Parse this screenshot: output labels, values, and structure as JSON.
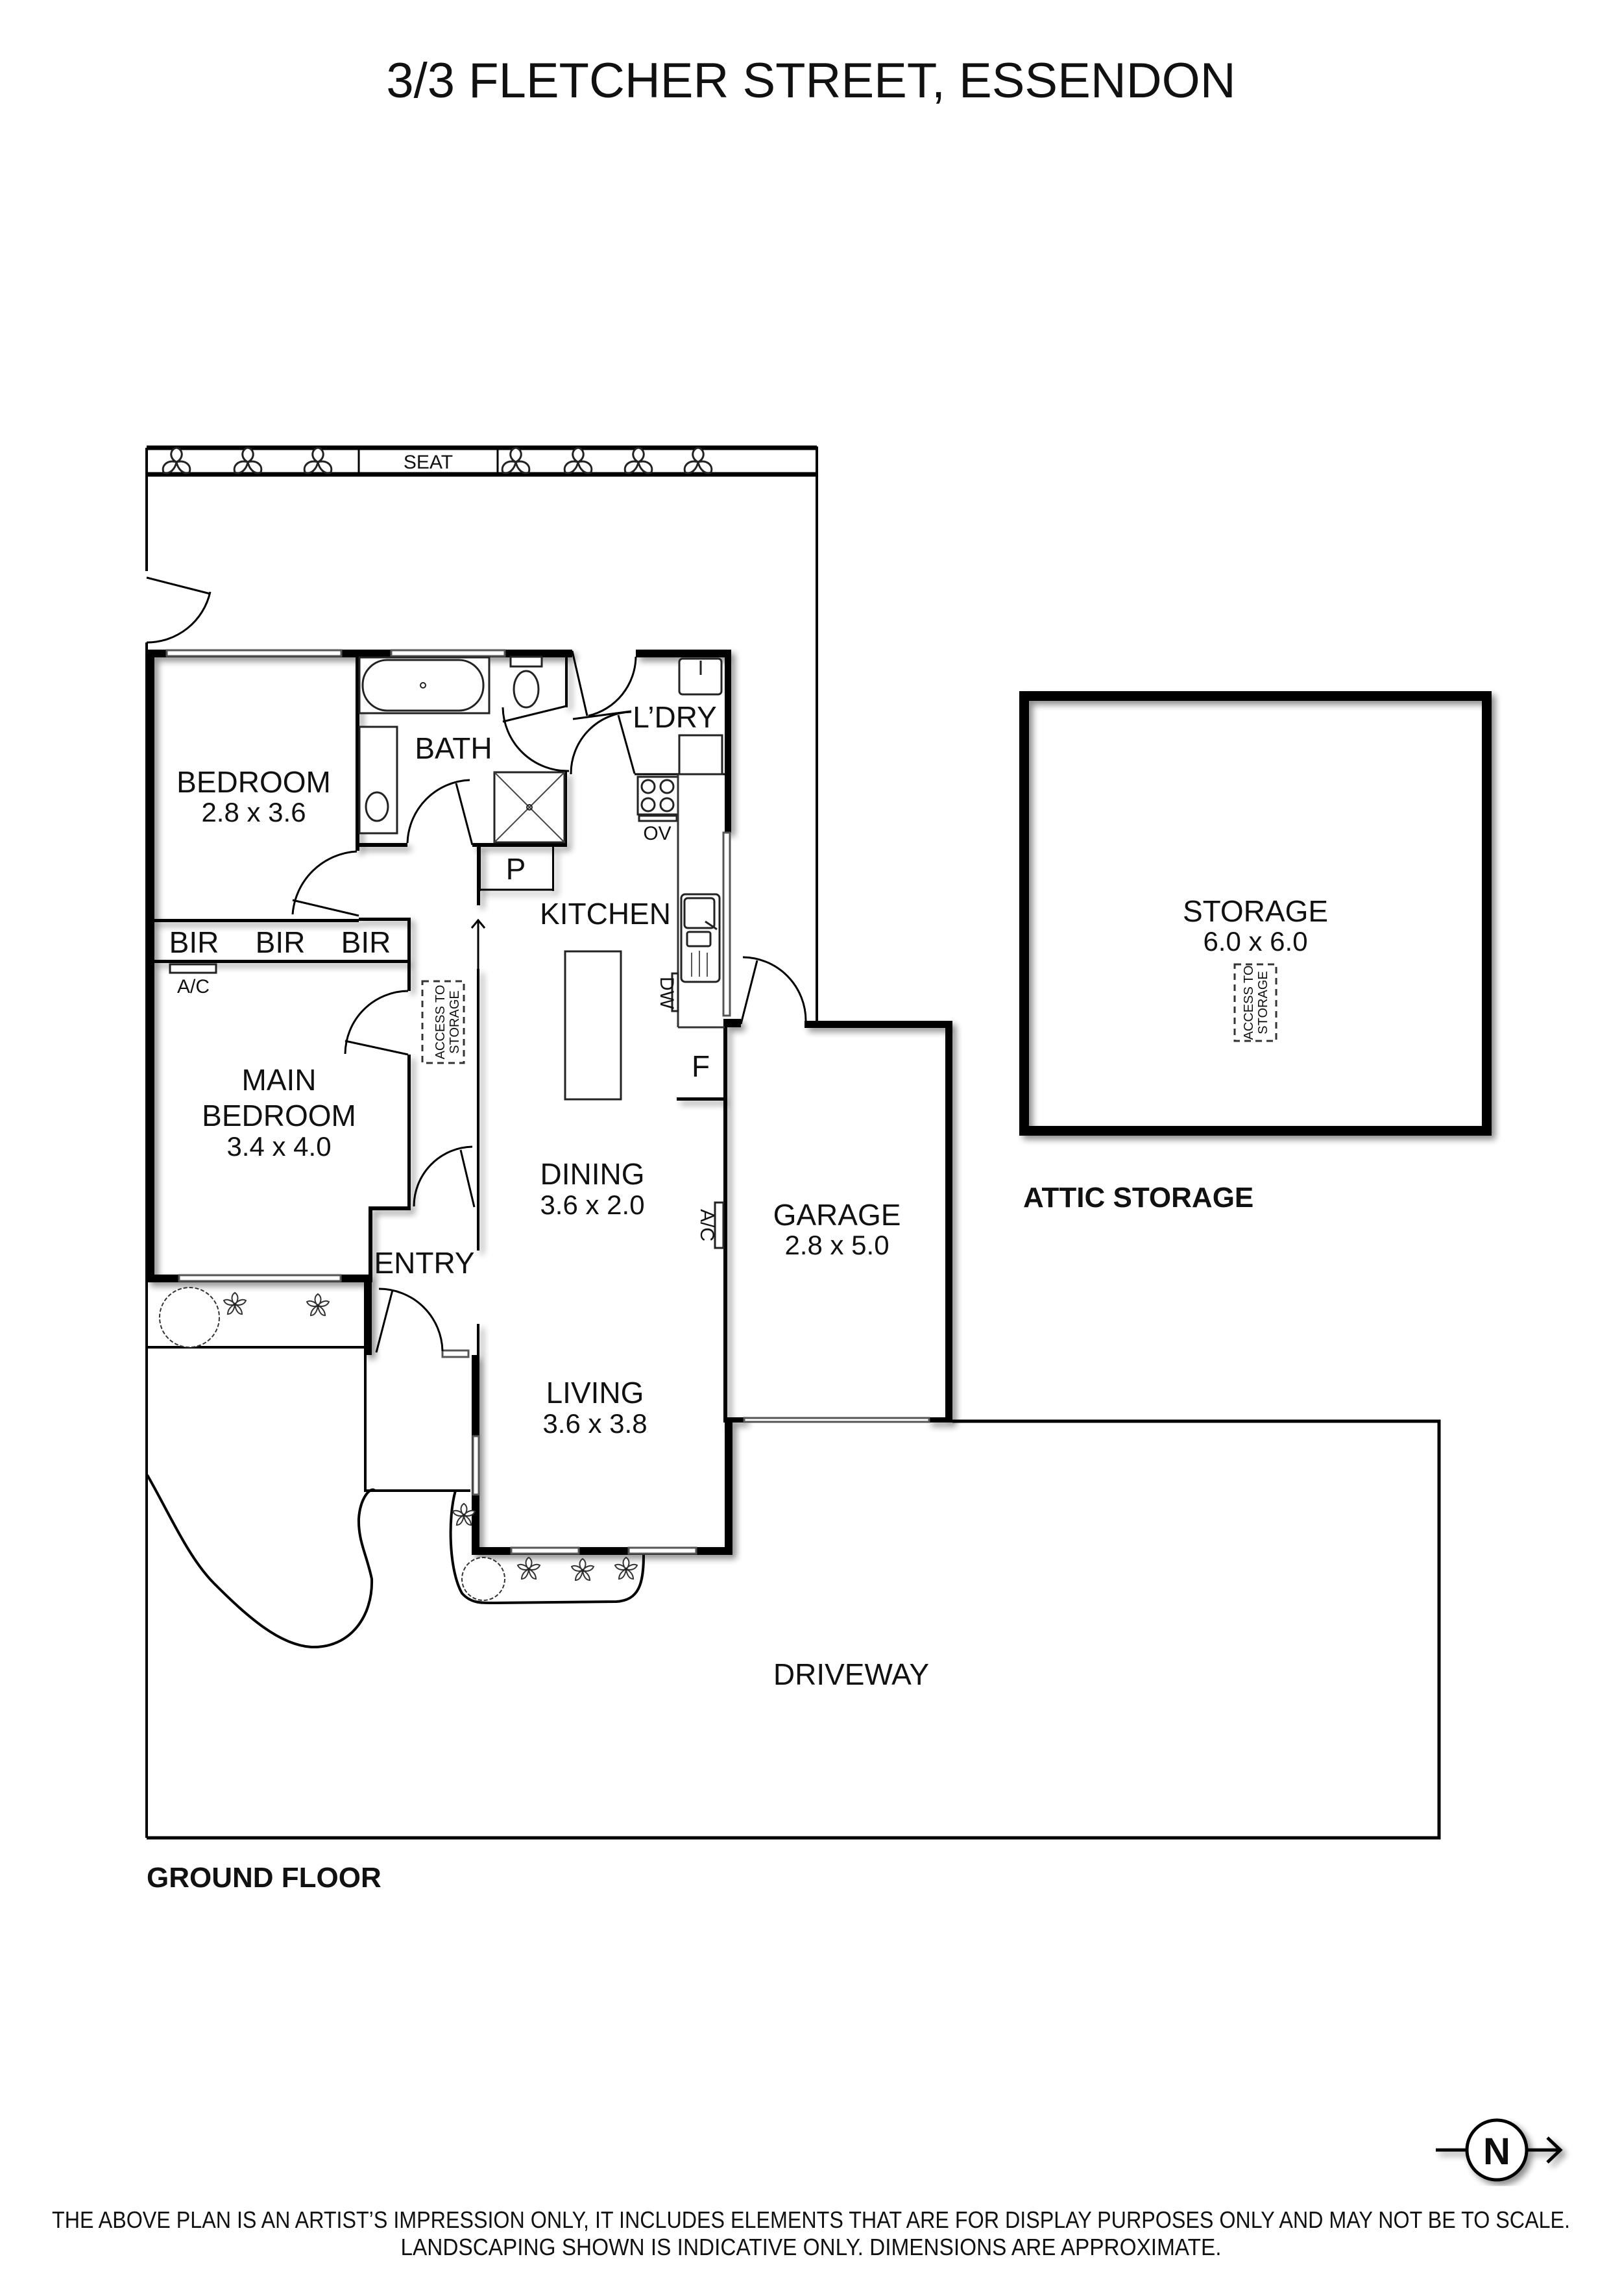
{
  "title": "3/3 FLETCHER STREET, ESSENDON",
  "sections": {
    "ground_floor": "GROUND FLOOR",
    "attic_storage": "ATTIC STORAGE"
  },
  "rooms": {
    "bedroom": {
      "name": "BEDROOM",
      "dims": "2.8 x 3.6"
    },
    "bath": {
      "name": "BATH"
    },
    "laundry": {
      "name": "L’DRY"
    },
    "kitchen": {
      "name": "KITCHEN"
    },
    "main_bedroom": {
      "name_line1": "MAIN",
      "name_line2": "BEDROOM",
      "dims": "3.4 x 4.0"
    },
    "dining": {
      "name": "DINING",
      "dims": "3.6 x 2.0"
    },
    "entry": {
      "name": "ENTRY"
    },
    "living": {
      "name": "LIVING",
      "dims": "3.6 x 3.8"
    },
    "garage": {
      "name": "GARAGE",
      "dims": "2.8 x 5.0"
    },
    "driveway": {
      "name": "DRIVEWAY"
    },
    "storage": {
      "name": "STORAGE",
      "dims": "6.0 x 6.0"
    }
  },
  "fixtures": {
    "seat": "SEAT",
    "bir": [
      "BIR",
      "BIR",
      "BIR"
    ],
    "ac": "A/C",
    "pantry": "P",
    "fridge": "F",
    "oven": "OV",
    "dishwasher": "DW",
    "access_line1": "ACCESS TO",
    "access_line2": "STORAGE"
  },
  "compass": {
    "label": "N",
    "direction": "east"
  },
  "disclaimer": {
    "line1": "THE ABOVE PLAN IS AN ARTIST’S IMPRESSION ONLY, IT INCLUDES ELEMENTS THAT ARE FOR DISPLAY PURPOSES ONLY AND MAY NOT BE TO SCALE.",
    "line2": "LANDSCAPING SHOWN IS INDICATIVE ONLY. DIMENSIONS ARE APPROXIMATE."
  }
}
